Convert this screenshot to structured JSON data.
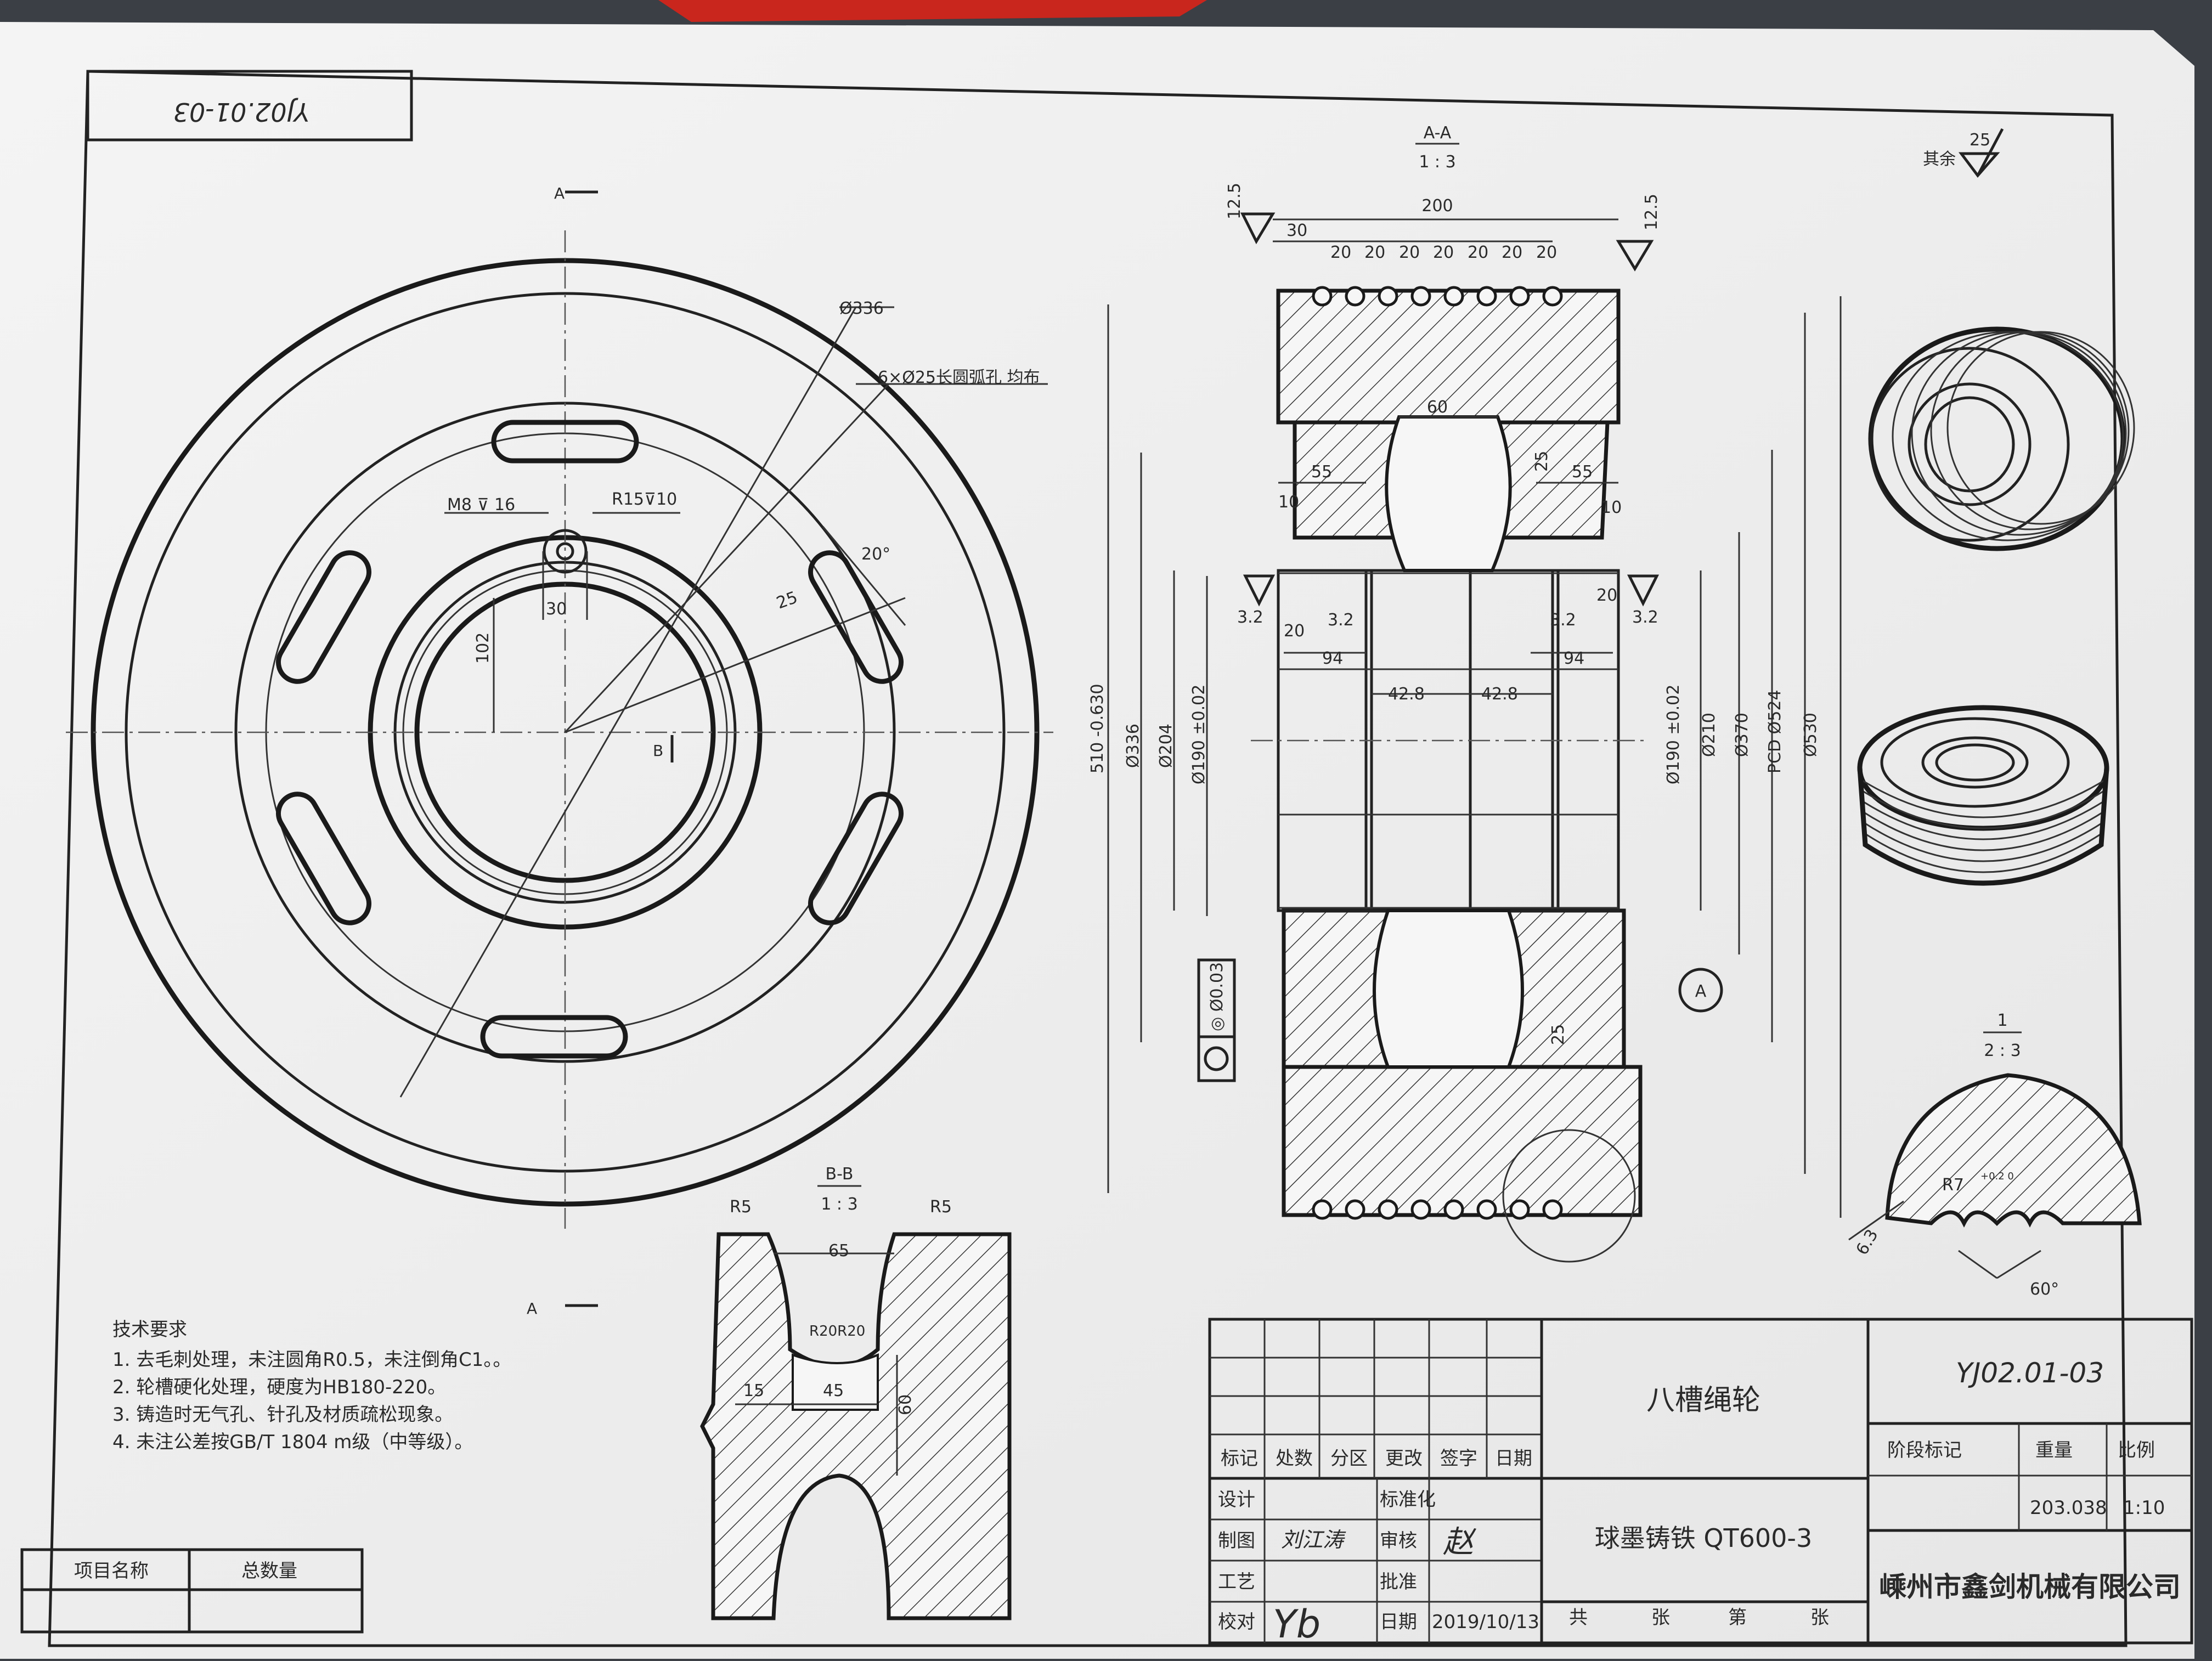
{
  "drawing": {
    "drawing_number": "YJ02.01-03",
    "drawing_number_stamp": "YJ02.01-03",
    "part_name": "八槽绳轮",
    "material": "球墨铸铁 QT600-3",
    "company": "嵊州市鑫剑机械有限公司",
    "weight": "203.038",
    "scale": "1:10",
    "date": "2019/10/13",
    "drafter_signature": "刘江涛",
    "checker_signature": "Yb",
    "reviewer_signature": "赵"
  },
  "title_block": {
    "rev_headers": [
      "标记",
      "处数",
      "分区",
      "更改",
      "签字",
      "日期"
    ],
    "rows": [
      "设计",
      "制图",
      "工艺",
      "校对"
    ],
    "approvals": [
      "标准化",
      "审核",
      "批准",
      "日期"
    ],
    "stage_label": "阶段标记",
    "weight_label": "重量",
    "scale_label": "比例",
    "sheet_total": "共",
    "sheet_unit": "张",
    "sheet_no": "第",
    "sheet_unit2": "张"
  },
  "left_table": {
    "project_name": "项目名称",
    "total_qty": "总数量"
  },
  "tech_requirements": {
    "title": "技术要求",
    "items": [
      "1.   去毛刺处理，未注圆角R0.5，未注倒角C1。。",
      "2.   轮槽硬化处理，硬度为HB180-220。",
      "3.   铸造时无气孔、针孔及材质疏松现象。",
      "4.   未注公差按GB/T 1804 m级（中等级）。"
    ]
  },
  "front_view": {
    "dia_336": "Ø336",
    "slots": "6×Ø25长圆弧孔 均布",
    "m8": "M8 ⊽ 16",
    "r15": "R15⊽10",
    "dim_30": "30",
    "dim_102": "102",
    "dim_25": "25",
    "angle_20": "20°",
    "label_A_top": "A",
    "label_A_bottom": "A",
    "label_B": "B"
  },
  "section_aa": {
    "title": "A-A",
    "scale": "1 : 3",
    "rough_top_left": "12.5",
    "rough_top_right": "12.5",
    "dim_200": "200",
    "dim_30": "30",
    "groove_pitch": [
      "20",
      "20",
      "20",
      "20",
      "20",
      "20",
      "20"
    ],
    "dim_60": "60",
    "dim_25a": "25",
    "dim_25b": "25",
    "dim_55_l": "55",
    "dim_55_r": "55",
    "dim_10_l": "10",
    "dim_10_r": "10",
    "dim_20_l": "20",
    "dim_20_r": "20",
    "dim_32_a": "3.2",
    "dim_32_b": "3.2",
    "dim_32_c": "3.2",
    "dim_32_d": "3.2",
    "dim_94_l": "94",
    "dim_94_r": "94",
    "dim_428_l": "42.8",
    "dim_428_r": "42.8",
    "dia_510": "510 -0.630",
    "dia_336": "Ø336",
    "dia_204": "Ø204",
    "dia_190_l": "Ø190 ±0.02",
    "dia_190_r": "Ø190 ±0.02",
    "dia_210": "Ø210",
    "dia_370": "Ø370",
    "pcd_524": "PCD Ø524",
    "dia_530": "Ø530",
    "concentric": "◎ Ø0.03",
    "datum_A": "A",
    "others_label": "其余",
    "others_rough": "25"
  },
  "section_bb": {
    "title": "B-B",
    "scale": "1 : 3",
    "r5_l": "R5",
    "r5_r": "R5",
    "dim_65": "65",
    "r20": "R20R20",
    "dim_15": "15",
    "dim_45": "45",
    "dim_60": "60"
  },
  "detail_1": {
    "title": "1",
    "scale": "2 : 3",
    "r7": "R7",
    "tol": "+0.2 0",
    "angle": "60°",
    "rough": "6.3"
  }
}
